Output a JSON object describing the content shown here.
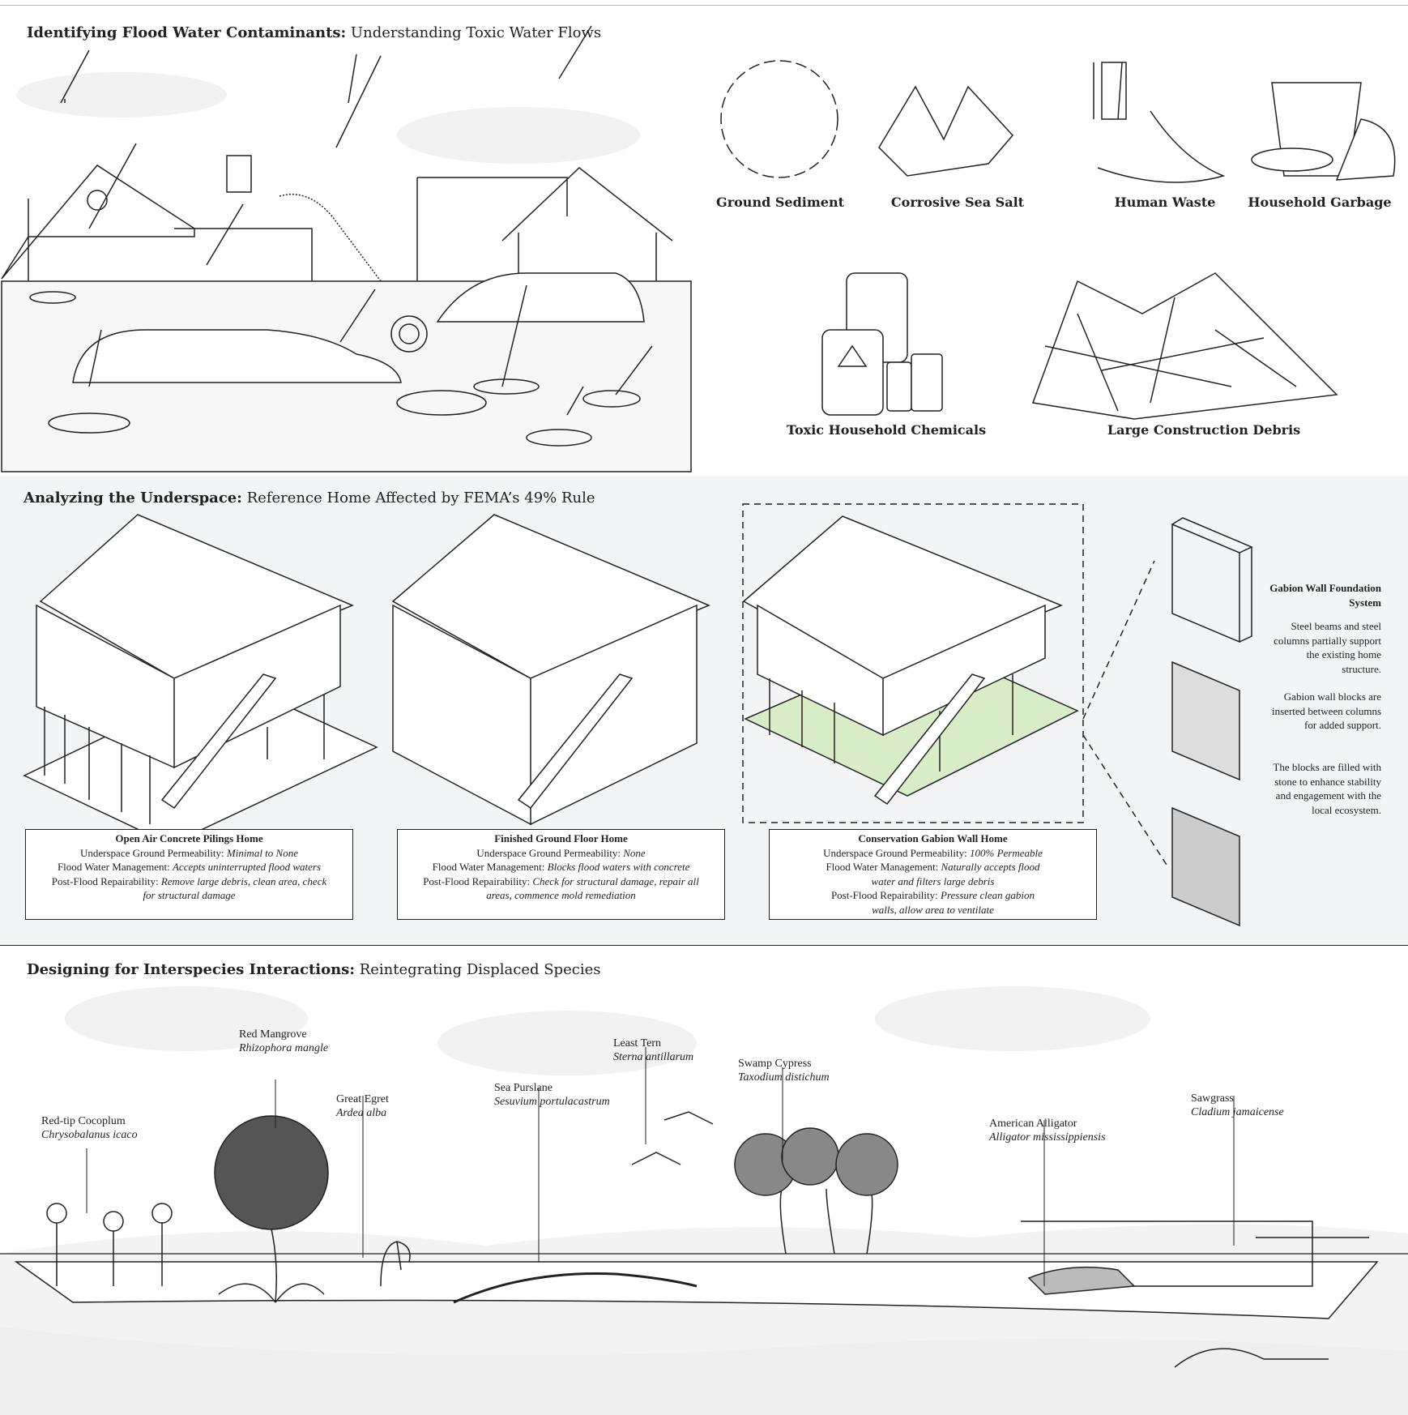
{
  "section1": {
    "title_bold": "Identifying Flood Water Contaminants:",
    "title_rest": " Understanding Toxic Water Flows",
    "contaminants": [
      "Ground Sediment",
      "Corrosive Sea Salt",
      "Human Waste",
      "Household Garbage",
      "Toxic Household Chemicals",
      "Large Construction Debris"
    ]
  },
  "section2": {
    "title_bold": "Analyzing the Underspace:",
    "title_rest": " Reference Home Affected by FEMA’s 49% Rule",
    "homes": [
      {
        "name": "Open Air Concrete Pilings Home",
        "perm_label": "Underspace Ground Permeability: ",
        "perm": "Minimal to None",
        "flood_label": "Flood Water Management: ",
        "flood": "Accepts uninterrupted flood waters",
        "repair_label": "Post-Flood Repairability: ",
        "repair": "Remove large debris, clean area, check for structural damage"
      },
      {
        "name": "Finished Ground Floor Home",
        "perm_label": "Underspace Ground Permeability: ",
        "perm": "None",
        "flood_label": "Flood Water Management: ",
        "flood": "Blocks flood waters with concrete",
        "repair_label": "Post-Flood Repairability:  ",
        "repair": "Check for structural damage, repair all areas, commence mold remediation"
      },
      {
        "name": "Conservation Gabion Wall Home",
        "perm_label": "Underspace Ground Permeability: ",
        "perm": "100% Permeable",
        "flood_label": "Flood Water Management: ",
        "flood": "Naturally accepts flood water and filters large debris",
        "repair_label": "Post-Flood Repairability: ",
        "repair": "Pressure clean gabion walls, allow area to ventilate"
      }
    ],
    "gabion": {
      "title": "Gabion Wall Foundation System",
      "paragraphs": [
        "Steel beams and steel columns partially support the existing home structure.",
        "Gabion wall blocks are inserted between columns for added support.",
        "The blocks are filled with stone to enhance stability and engagement with the local ecosystem."
      ]
    },
    "accent_green": "#d9ecc8"
  },
  "section3": {
    "title_bold": "Designing for Interspecies Interactions:",
    "title_rest": " Reintegrating Displaced Species",
    "species": [
      {
        "common": "Red-tip Cocoplum",
        "latin": "Chrysobalanus icaco"
      },
      {
        "common": "Red Mangrove",
        "latin": "Rhizophora mangle"
      },
      {
        "common": "Great Egret",
        "latin": "Ardea alba"
      },
      {
        "common": "Sea Purslane",
        "latin": "Sesuvium portulacastrum"
      },
      {
        "common": "Least Tern",
        "latin": "Sterna antillarum"
      },
      {
        "common": "Swamp Cypress",
        "latin": "Taxodium distichum"
      },
      {
        "common": "American Alligator",
        "latin": "Alligator mississippiensis"
      },
      {
        "common": "Sawgrass",
        "latin": "Cladium jamaicense"
      }
    ]
  }
}
